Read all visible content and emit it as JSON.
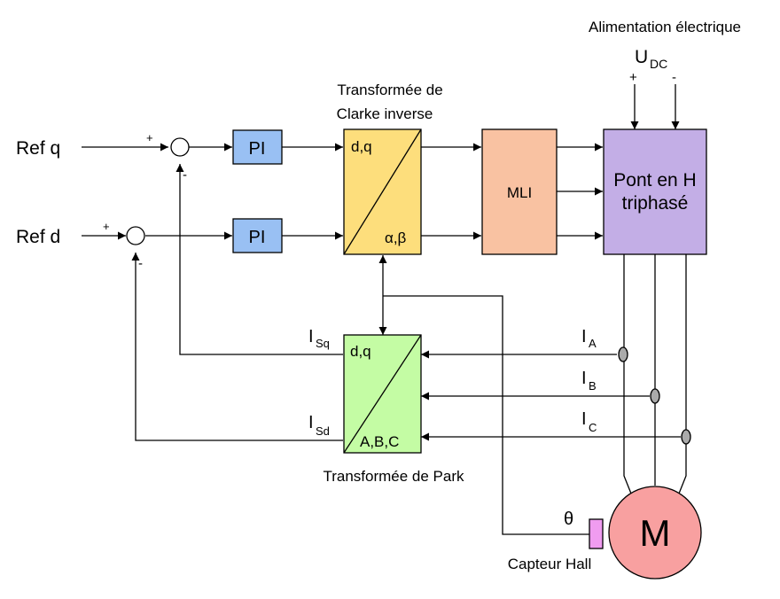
{
  "diagram": {
    "inputs": {
      "ref_q": "Ref q",
      "ref_d": "Ref d"
    },
    "signs": {
      "plus_q": "+",
      "minus_q": "-",
      "plus_d": "+",
      "minus_d": "-",
      "plus_dc": "+",
      "minus_dc": "-"
    },
    "blocks": {
      "pi_q": "PI",
      "pi_d": "PI",
      "clarke_inverse": {
        "title_line1": "Transformée de",
        "title_line2": "Clarke inverse",
        "in_label": "d,q",
        "out_label": "α,β"
      },
      "mli": "MLI",
      "bridge": {
        "line1": "Pont en H",
        "line2": "triphasé"
      },
      "park": {
        "title": "Transformée de Park",
        "in_label": "A,B,C",
        "out_label": "d,q"
      },
      "motor": "M",
      "hall_sensor": "Capteur Hall"
    },
    "power_supply": {
      "title": "Alimentation électrique",
      "voltage_main": "U",
      "voltage_sub": "DC"
    },
    "signals": {
      "isq_main": "I",
      "isq_sub": "Sq",
      "isd_main": "I",
      "isd_sub": "Sd",
      "ia_main": "I",
      "ia_sub": "A",
      "ib_main": "I",
      "ib_sub": "B",
      "ic_main": "I",
      "ic_sub": "C",
      "theta": "θ"
    },
    "colors": {
      "pi_fill": "#99c0f3",
      "clarke_fill": "#fdde7c",
      "mli_fill": "#f9c2a2",
      "bridge_fill": "#c3aee6",
      "park_fill": "#c4fca4",
      "motor_fill": "#f8a0a0",
      "hall_fill": "#f09cf0",
      "sensor_fill": "#aaaaaa"
    }
  }
}
